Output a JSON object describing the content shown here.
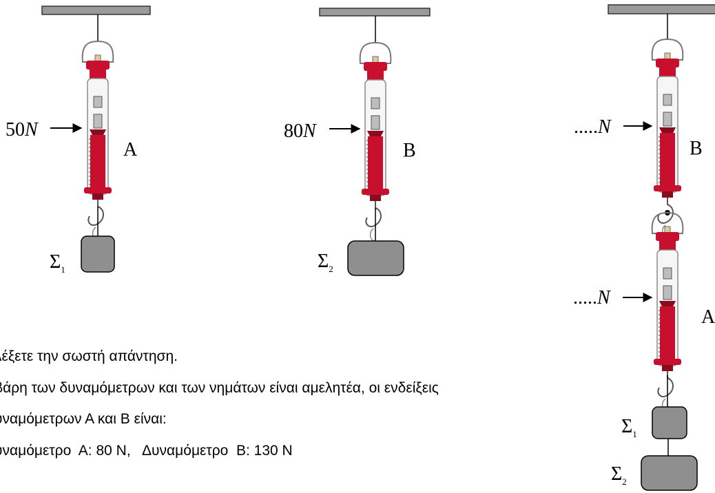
{
  "diagram": {
    "colors": {
      "ceiling": "#9a9a9a",
      "housing_red": "#c8102e",
      "housing_dark": "#8a0a1e",
      "metal": "#777777",
      "mass": "#8f8f8f",
      "cap": "#d8c9a0"
    },
    "setup_1": {
      "reading": "50",
      "unit": "N",
      "meter_label": "Α",
      "mass_symbol": "Σ",
      "mass_index": "1"
    },
    "setup_2": {
      "reading": "80",
      "unit": "N",
      "meter_label": "Β",
      "mass_symbol": "Σ",
      "mass_index": "2"
    },
    "setup_3": {
      "upper_reading": ".....",
      "upper_unit": "N",
      "upper_meter_label": "Β",
      "lower_reading": ".....",
      "lower_unit": "N",
      "lower_meter_label": "Α",
      "mass_1_symbol": "Σ",
      "mass_1_index": "1",
      "mass_2_symbol": "Σ",
      "mass_2_index": "2"
    }
  },
  "question": {
    "line_1": "λέξετε την σωστή απάντηση.",
    "line_2": "βάρη των δυναμόμετρων και των νημάτων είναι αμελητέα, οι ενδείξεις",
    "line_3": "υναμόμετρων Α και Β είναι:",
    "line_4": "υναμόμετρο  Α: 80 Ν,   Δυναμόμετρο  Β: 130 Ν"
  }
}
